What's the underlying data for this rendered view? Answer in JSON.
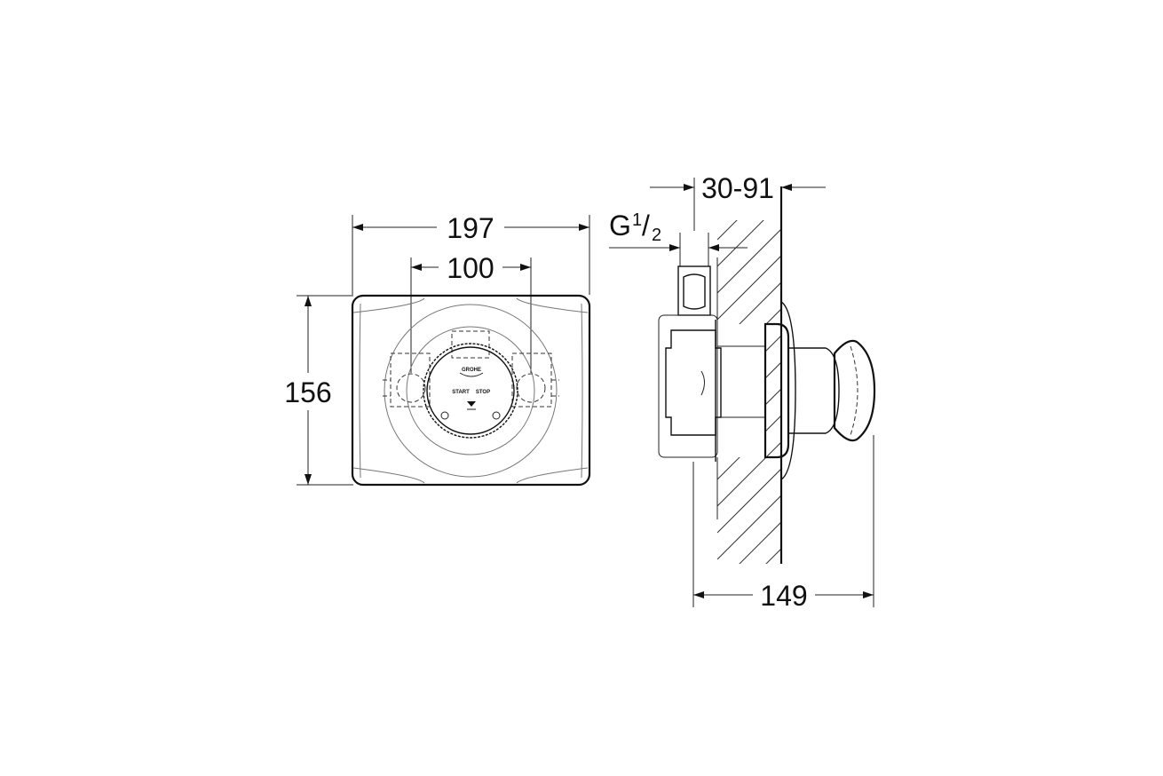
{
  "dimensions": {
    "width_overall": "197",
    "hole_spacing": "100",
    "height": "156",
    "wall_range": "30-91",
    "thread_prefix": "G",
    "thread_numerator": "1",
    "thread_denominator": "2",
    "depth": "149"
  },
  "button": {
    "brand": "GROHE",
    "start_label": "START",
    "stop_label": "STOP"
  }
}
